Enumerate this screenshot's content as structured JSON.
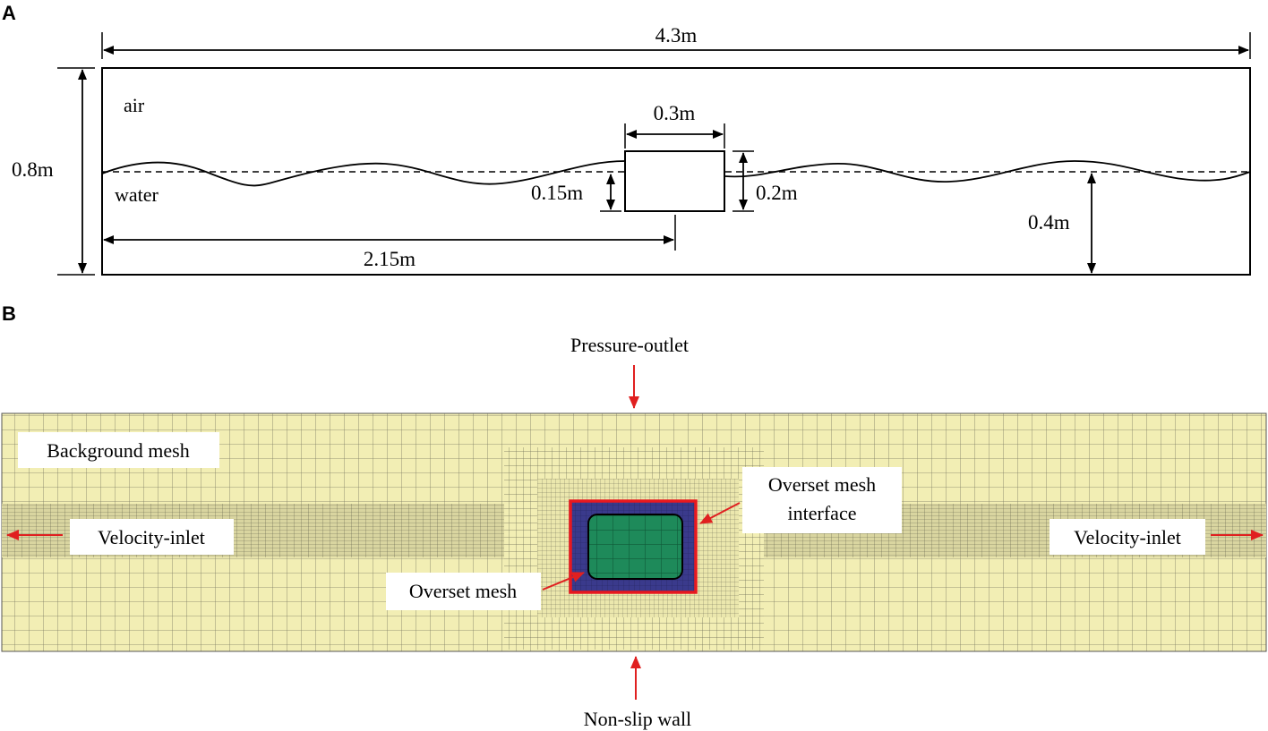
{
  "panel_a": {
    "letter": "A",
    "length_label": "4.3m",
    "height_label": "0.8m",
    "air_label": "air",
    "water_label": "water",
    "body_width_label": "0.3m",
    "draft_label": "0.15m",
    "body_height_label": "0.2m",
    "water_depth_label": "0.4m",
    "body_position_label": "2.15m"
  },
  "panel_b": {
    "letter": "B",
    "top_boundary_label": "Pressure-outlet",
    "bottom_boundary_label": "Non-slip wall",
    "background_mesh_label": "Background mesh",
    "left_inlet_label": "Velocity-inlet",
    "right_inlet_label": "Velocity-inlet",
    "overset_interface_label_line1": "Overset mesh",
    "overset_interface_label_line2": "interface",
    "overset_mesh_label": "Overset mesh"
  },
  "colors": {
    "mesh_background": "#f2eeb4",
    "mesh_line": "#6b6a55",
    "overset_region": "#3a3a8c",
    "body_cells": "#1e8a5a",
    "interface": "#e8181f",
    "arrow": "#e02020"
  }
}
